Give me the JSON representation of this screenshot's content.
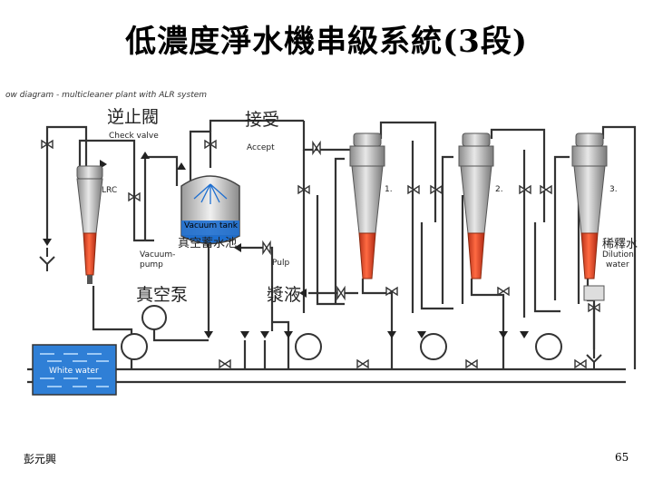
{
  "title": "低濃度淨水機串級系統(3段)",
  "diagram": {
    "caption": "ow diagram - multicleaner plant with ALR system",
    "labels_en": {
      "check_valve": "Check valve",
      "accept": "Accept",
      "lrc": "LRC",
      "vacuum_tank": "Vacuum tank",
      "vacuum_pump_line1": "Vacuum-",
      "vacuum_pump_line2": "pump",
      "pulp": "Pulp",
      "dilution_line1": "Dilution",
      "dilution_line2": "water",
      "white_water": "White water",
      "stage1": "1.",
      "stage2": "2.",
      "stage3": "3."
    },
    "labels_cn": {
      "check_valve": "逆止閥",
      "accept": "接受",
      "vacuum_tank": "真空蓄水池",
      "vacuum_pump": "真空泵",
      "pulp": "漿液",
      "dilution": "稀釋水"
    },
    "colors": {
      "pipe": "#333333",
      "cleaner_top": "#b8b8b8",
      "cleaner_tip": "#e04a2a",
      "water": "#2f7fd6",
      "tank_water": "#1e6fd0"
    }
  },
  "footer": {
    "author": "彭元興",
    "page_number": "65"
  }
}
